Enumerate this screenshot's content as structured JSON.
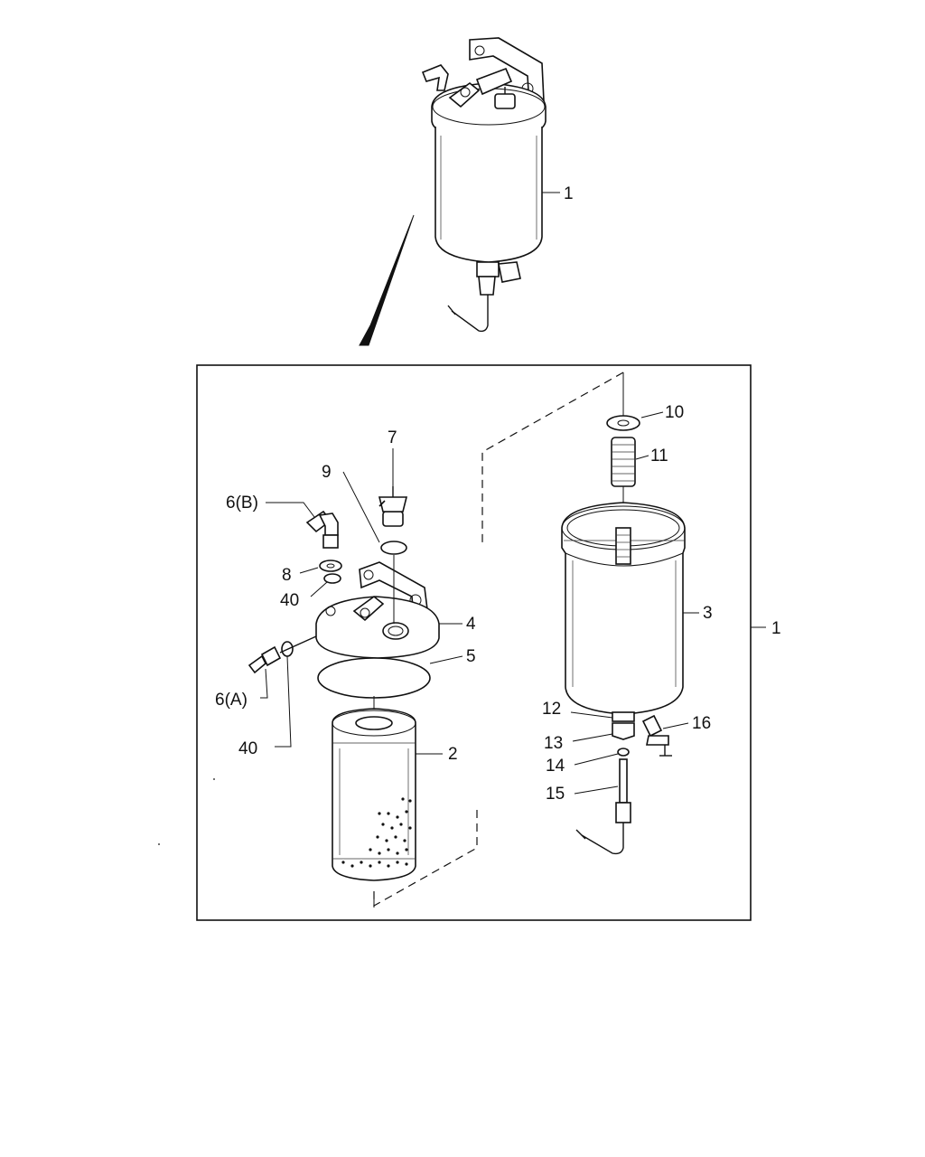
{
  "labels": {
    "l1_top": "1",
    "l1_side": "1",
    "l2": "2",
    "l3": "3",
    "l4": "4",
    "l5": "5",
    "l6a": "6(A)",
    "l6b": "6(B)",
    "l7": "7",
    "l8": "8",
    "l9": "9",
    "l10": "10",
    "l11": "11",
    "l12": "12",
    "l13": "13",
    "l14": "14",
    "l15": "15",
    "l16": "16",
    "l40a": "40",
    "l40b": "40"
  },
  "colors": {
    "ink": "#111111",
    "paper": "#ffffff"
  }
}
